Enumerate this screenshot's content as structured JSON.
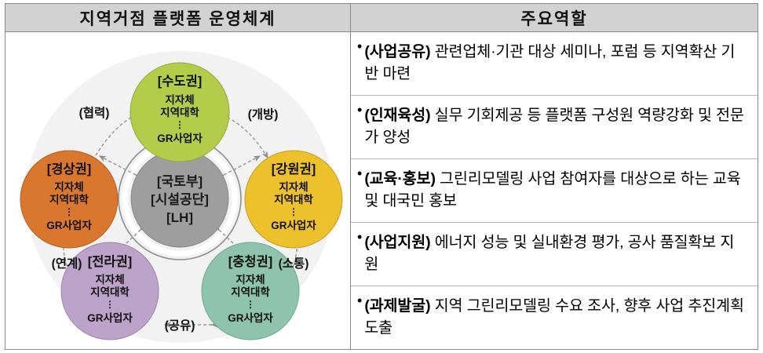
{
  "table": {
    "headers": {
      "left": "지역거점 플랫폼 운영체계",
      "right": "주요역할"
    }
  },
  "roles": [
    {
      "bullet": "•",
      "tag": "(사업공유)",
      "body": " 관련업체·기관 대상 세미나, 포럼 등 지역확산 기반 마련"
    },
    {
      "bullet": "•",
      "tag": "(인재육성)",
      "body": " 실무 기회제공 등 플랫폼 구성원 역량강화 및 전문가 양성"
    },
    {
      "bullet": "•",
      "tag": "(교육·홍보)",
      "body": " 그린리모델링 사업 참여자를 대상으로 하는 교육 및 대국민 홍보"
    },
    {
      "bullet": "•",
      "tag": "(사업지원)",
      "body": " 에너지 성능 및 실내환경 평가, 공사 품질확보 지원"
    },
    {
      "bullet": "•",
      "tag": "(과제발굴)",
      "body": " 지역 그린리모델링 수요 조사, 향후 사업 추진계획 도출"
    }
  ],
  "diagram": {
    "center": {
      "lines": [
        "[국토부]",
        "[시설공단]",
        "[LH]"
      ],
      "color": "#9e9e9e"
    },
    "member_sub": {
      "line1": "지자체",
      "line2": "지역대학",
      "dots": "⋮",
      "line3": "GR사업자"
    },
    "nodes": [
      {
        "title": "[수도권]",
        "color": "#b5cc4a",
        "stroke": "#93a83a"
      },
      {
        "title": "[강원권]",
        "color": "#edc12b",
        "stroke": "#c79f1e"
      },
      {
        "title": "[충청권]",
        "color": "#8ec4ad",
        "stroke": "#6fa891"
      },
      {
        "title": "[전라권]",
        "color": "#bda3c9",
        "stroke": "#9d85aa"
      },
      {
        "title": "[경상권]",
        "color": "#d9772f",
        "stroke": "#b85f20"
      }
    ],
    "connector_labels": [
      {
        "text": "(협력)"
      },
      {
        "text": "(개방)"
      },
      {
        "text": "(소통)"
      },
      {
        "text": "(공유)"
      },
      {
        "text": "(연계)"
      }
    ],
    "backdrop_color": "#f2f2f2"
  }
}
